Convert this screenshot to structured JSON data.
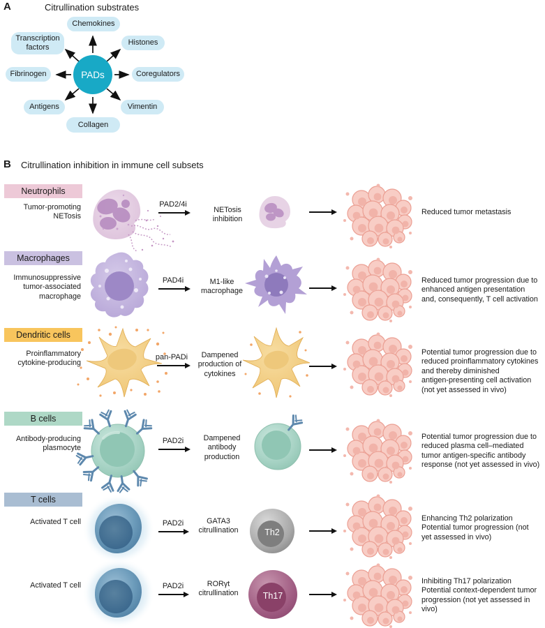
{
  "panelA": {
    "letter": "A",
    "title": "Citrullination substrates",
    "hub": "PADs",
    "substrates": {
      "top": "Chemokines",
      "top_right": "Histones",
      "right": "Coregulators",
      "bottom_right": "Vimentin",
      "bottom": "Collagen",
      "bottom_left": "Antigens",
      "left": "Fibrinogen",
      "top_left": "Transcription\nfactors"
    }
  },
  "panelB": {
    "letter": "B",
    "title": "Citrullination inhibition in immune cell subsets",
    "rows": [
      {
        "header": "Neutrophils",
        "cell_state": "Tumor-promoting\nNETosis",
        "inhibitor": "PAD2/4i",
        "effect": "NETosis\ninhibition",
        "outcome": "Reduced tumor metastasis"
      },
      {
        "header": "Macrophages",
        "cell_state": "Immunosuppressive\ntumor-associated\nmacrophage",
        "inhibitor": "PAD4i",
        "effect": "M1-like\nmacrophage",
        "outcome": "Reduced tumor progression due to\nenhanced antigen presentation\nand, consequently, T cell activation"
      },
      {
        "header": "Dendritic cells",
        "cell_state": "Proinflammatory\ncytokine-producing",
        "inhibitor": "pan-PADi",
        "effect": "Dampened\nproduction of\ncytokines",
        "outcome": "Potential tumor progression due to\nreduced proinflammatory cytokines\nand thereby diminished\nantigen-presenting cell activation\n(not yet assessed in vivo)"
      },
      {
        "header": "B cells",
        "cell_state": "Antibody-producing\nplasmocyte",
        "inhibitor": "PAD2i",
        "effect": "Dampened\nantibody\nproduction",
        "outcome": "Potential tumor progression due to\nreduced plasma cell–mediated\ntumor antigen-specific antibody\nresponse (not yet assessed in vivo)"
      },
      {
        "header": "T cells",
        "sub1": {
          "cell_state": "Activated T cell",
          "inhibitor": "PAD2i",
          "effect": "GATA3\ncitrullination",
          "cell_label": "Th2",
          "outcome": "Enhancing Th2 polarization\nPotential tumor progression (not\nyet assessed in vivo)"
        },
        "sub2": {
          "cell_state": "Activated T cell",
          "inhibitor": "PAD2i",
          "effect": "RORγt\ncitrullination",
          "cell_label": "Th17",
          "outcome": "Inhibiting Th17 polarization\nPotential context-dependent tumor\nprogression (not yet assessed in\nvivo)"
        }
      }
    ]
  },
  "colors": {
    "hub_teal": "#18a9c6",
    "substrate_bubble": "#cfeaf5",
    "neutrophils_header": "#edc9d7",
    "macrophages_header": "#cac1e1",
    "dendritic_cells_header": "#f8c55d",
    "b_cells_header": "#aed8c6",
    "t_cells_header": "#a9bdd2",
    "tumor_pink": "#f8cdc5",
    "th2_gray": "#9a9a9a",
    "th17_plum": "#9e5378"
  }
}
